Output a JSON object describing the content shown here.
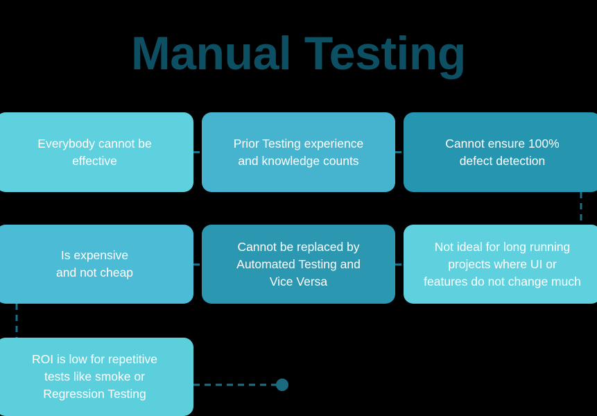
{
  "page": {
    "title": "Manual Testing",
    "background_color": "#000000",
    "title_color": "#0d4f63"
  },
  "diagram": {
    "type": "flow-grid",
    "connector_color": "#1c7186",
    "endpoint_dot_color": "#1a6b7d",
    "nodes": [
      {
        "id": "node-0",
        "text": "Everybody cannot be\neffective",
        "color": "#5ed0de",
        "row": 1,
        "column": 1
      },
      {
        "id": "node-1",
        "text": "Prior Testing experience\nand knowledge counts",
        "color": "#46b4ce",
        "row": 1,
        "column": 2
      },
      {
        "id": "node-2",
        "text": "Cannot ensure 100%\ndefect detection",
        "color": "#2695b0",
        "row": 1,
        "column": 3
      },
      {
        "id": "node-3",
        "text": "Is expensive\nand not cheap",
        "color": "#4cbcd6",
        "row": 2,
        "column": 1
      },
      {
        "id": "node-4",
        "text": "Cannot be replaced by\nAutomated Testing and\nVice Versa",
        "color": "#2c97b0",
        "row": 2,
        "column": 2
      },
      {
        "id": "node-5",
        "text": "Not ideal for long running\nprojects where UI or\nfeatures do not change much",
        "color": "#5ed0de",
        "row": 2,
        "column": 3
      },
      {
        "id": "node-6",
        "text": "ROI is low for repetitive\ntests like smoke or\nRegression Testing",
        "color": "#5ccfdd",
        "row": 3,
        "column": 1
      }
    ],
    "connectors": [
      {
        "name": "connector-node0-node1",
        "from": "node-0",
        "to": "node-1",
        "orientation": "horizontal"
      },
      {
        "name": "connector-node1-node2",
        "from": "node-1",
        "to": "node-2",
        "orientation": "horizontal"
      },
      {
        "name": "connector-node2-node5",
        "from": "node-2",
        "to": "node-5",
        "orientation": "vertical"
      },
      {
        "name": "connector-node5-node4",
        "from": "node-5",
        "to": "node-4",
        "orientation": "horizontal"
      },
      {
        "name": "connector-node4-node3",
        "from": "node-4",
        "to": "node-3",
        "orientation": "horizontal"
      },
      {
        "name": "connector-node3-node6",
        "from": "node-3",
        "to": "node-6",
        "orientation": "vertical"
      },
      {
        "name": "connector-node6-end",
        "from": "node-6",
        "to": "end-dot",
        "orientation": "horizontal"
      }
    ]
  }
}
